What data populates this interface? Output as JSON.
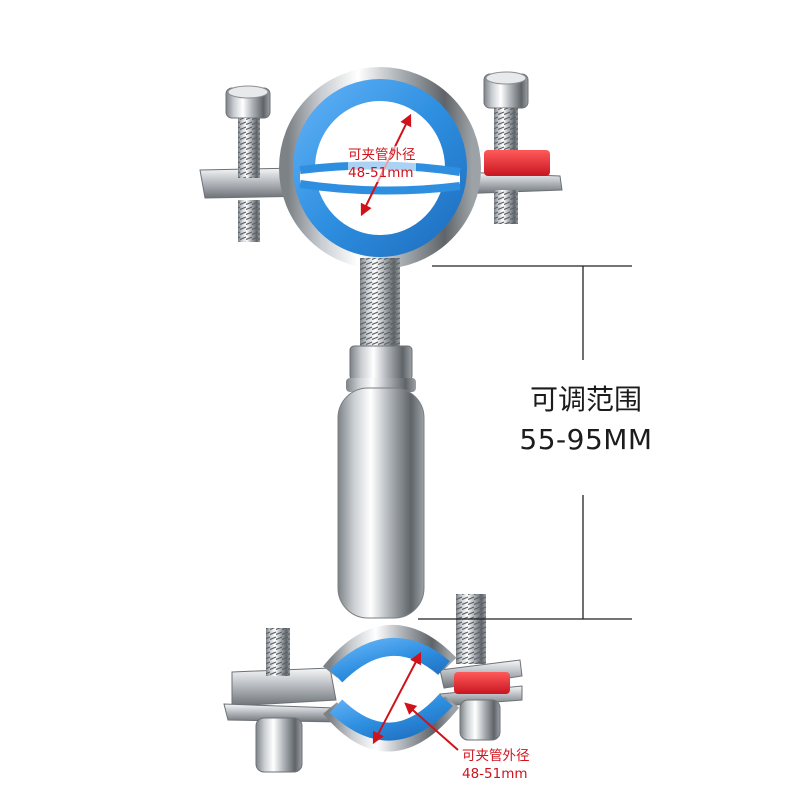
{
  "clamp_top": {
    "label": "可夹管外径",
    "size": "48-51mm"
  },
  "clamp_bottom": {
    "label": "可夹管外径",
    "size": "48-51mm"
  },
  "adjustable": {
    "label": "可调范围",
    "value": "55-95MM"
  },
  "colors": {
    "liner": "#2e8fe0",
    "steel": "#c4c8cc",
    "washer": "#e0202a",
    "annotation": "#d0121b",
    "dimension_line": "#222222"
  }
}
